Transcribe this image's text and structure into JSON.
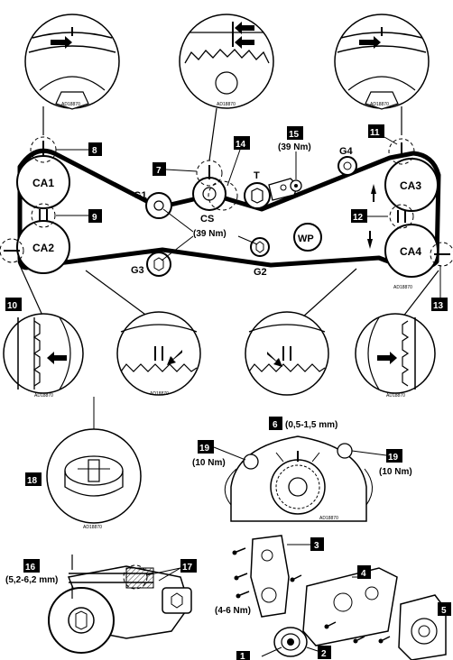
{
  "pulley_labels": {
    "ca1": "CA1",
    "ca2": "CA2",
    "ca3": "CA3",
    "ca4": "CA4",
    "g1": "G1",
    "g2": "G2",
    "g3": "G3",
    "g4": "G4",
    "cs": "CS",
    "t": "T",
    "wp": "WP"
  },
  "torque": {
    "t15": "(39 Nm)",
    "center": "(39 Nm)",
    "t19_left": "(10 Nm)",
    "t19_right": "(10 Nm)",
    "t4": "(4-6 Nm)"
  },
  "measure": {
    "gap6": "(0,5-1,5 mm)",
    "gap16": "(5,2-6,2 mm)"
  },
  "badges": {
    "b1": "1",
    "b2": "2",
    "b3": "3",
    "b4": "4",
    "b5": "5",
    "b6": "6",
    "b7": "7",
    "b8": "8",
    "b9": "9",
    "b10": "10",
    "b11": "11",
    "b12": "12",
    "b13": "13",
    "b14": "14",
    "b15": "15",
    "b16": "16",
    "b17": "17",
    "b18": "18",
    "b19a": "19",
    "b19b": "19"
  },
  "ref_code": "AD18870",
  "colors": {
    "ink": "#000000",
    "badge": "#000000",
    "paper": "#ffffff"
  }
}
